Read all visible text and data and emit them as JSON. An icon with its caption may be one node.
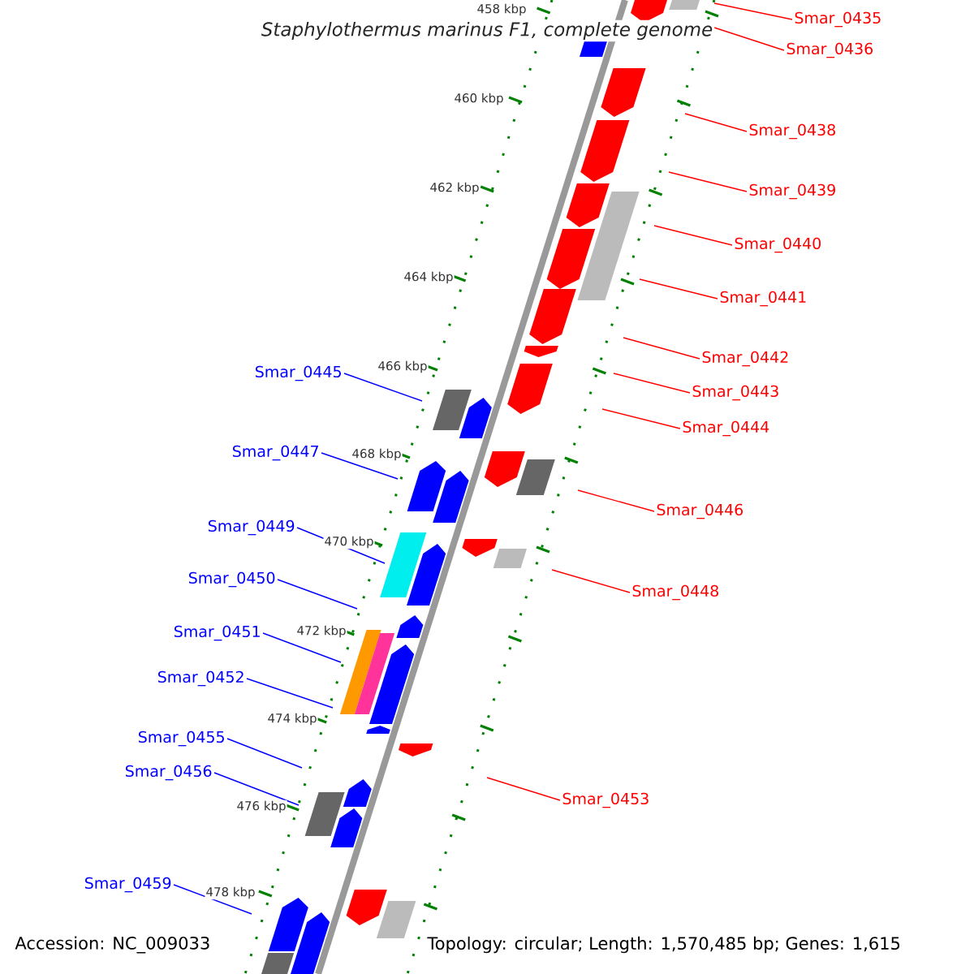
{
  "diagram": {
    "title": "Staphylothermus marinus F1, complete genome",
    "nodes": [
      {
        "text": [
          "Smar_0435"
        ]
      },
      {
        "text": [
          "Smar_0436"
        ]
      },
      {
        "text": [
          "Smar_0438"
        ]
      },
      {
        "text": [
          "Smar_0439"
        ]
      },
      {
        "text": [
          "Smar_0440"
        ]
      },
      {
        "text": [
          "Smar_0441"
        ]
      },
      {
        "text": [
          "Smar_0442"
        ]
      },
      {
        "text": [
          "Smar_0445"
        ]
      },
      {
        "text": [
          "Smar_0443"
        ]
      },
      {
        "text": [
          "Smar_0444"
        ]
      },
      {
        "text": [
          "Smar_0447"
        ]
      },
      {
        "text": [
          "Smar_0446"
        ]
      },
      {
        "text": [
          "Smar_0449"
        ]
      },
      {
        "text": [
          "Smar_0450"
        ]
      },
      {
        "text": [
          "Smar_0448"
        ]
      },
      {
        "text": [
          "Smar_0451"
        ]
      },
      {
        "text": [
          "Smar_0452"
        ]
      },
      {
        "text": [
          "Smar_0455"
        ]
      },
      {
        "text": [
          "Smar_0456"
        ]
      },
      {
        "text": [
          "Smar_0453"
        ]
      },
      {
        "text": [
          "Smar_0459"
        ]
      }
    ],
    "edges": [
      {
        "from": 0,
        "to": null,
        "arrow": "none"
      },
      {
        "from": 1,
        "to": null,
        "arrow": "none"
      },
      {
        "from": 2,
        "to": null,
        "arrow": "none"
      },
      {
        "from": 3,
        "to": null,
        "arrow": "none"
      },
      {
        "from": 4,
        "to": null,
        "arrow": "none"
      },
      {
        "from": 5,
        "to": null,
        "arrow": "none"
      },
      {
        "from": 6,
        "to": null,
        "arrow": "none"
      },
      {
        "from": 7,
        "to": null,
        "arrow": "none",
        "color": "#0000ff"
      },
      {
        "from": 8,
        "to": null,
        "arrow": "none"
      },
      {
        "from": 9,
        "to": null,
        "arrow": "none"
      },
      {
        "from": 10,
        "to": null,
        "arrow": "none",
        "color": "#0000ff"
      },
      {
        "from": 11,
        "to": null,
        "arrow": "none"
      },
      {
        "from": 12,
        "to": null,
        "arrow": "none",
        "color": "#0000ff"
      },
      {
        "from": 13,
        "to": null,
        "arrow": "none",
        "color": "#0000ff"
      },
      {
        "from": 14,
        "to": null,
        "arrow": "none"
      },
      {
        "from": 15,
        "to": null,
        "arrow": "none",
        "color": "#0000ff"
      },
      {
        "from": 16,
        "to": null,
        "arrow": "none",
        "color": "#0000ff"
      },
      {
        "from": 17,
        "to": null,
        "arrow": "none",
        "color": "#0000ff"
      },
      {
        "from": 18,
        "to": null,
        "arrow": "none",
        "color": "#0000ff"
      },
      {
        "from": 19,
        "to": null,
        "arrow": "none"
      },
      {
        "from": 20,
        "to": null,
        "arrow": "none",
        "color": "#0000ff"
      }
    ],
    "labels": [
      "458 kbp",
      "460 kbp",
      "462 kbp",
      "464 kbp",
      "466 kbp",
      "468 kbp",
      "470 kbp",
      "472 kbp",
      "474 kbp",
      "476 kbp",
      "478 kbp",
      "Accession: NC_009033",
      "Topology: circular; Length: 1,570,485 bp; Genes: 1,615"
    ]
  }
}
